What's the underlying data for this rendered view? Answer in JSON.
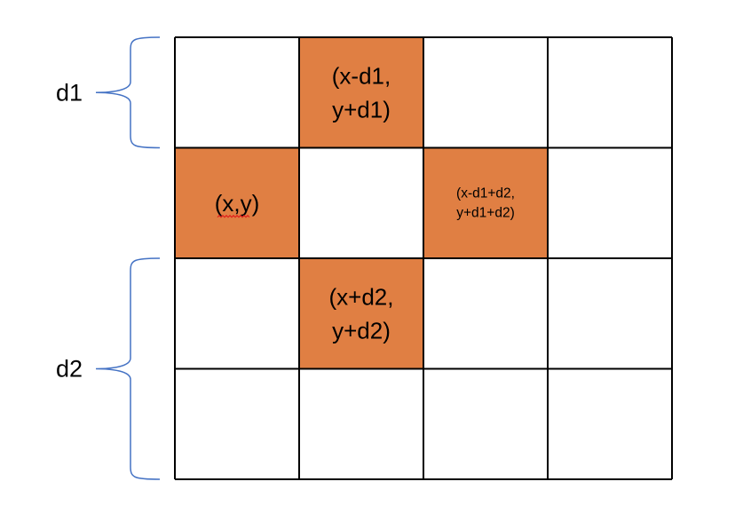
{
  "grid": {
    "rows": 4,
    "cols": 4,
    "line_color": "#000000",
    "fill_color": "#ffffff",
    "highlight_color": "#e07f43",
    "highlighted_cells": [
      {
        "row": 0,
        "col": 1,
        "lines": [
          "(x-d1,",
          "y+d1)"
        ],
        "size": "large"
      },
      {
        "row": 1,
        "col": 0,
        "lines": [
          "(x,y)"
        ],
        "size": "large",
        "spellcheck_underline": true
      },
      {
        "row": 1,
        "col": 2,
        "lines": [
          "(x-d1+d2,",
          "y+d1+d2)"
        ],
        "size": "small"
      },
      {
        "row": 2,
        "col": 1,
        "lines": [
          "(x+d2,",
          "y+d2)"
        ],
        "size": "large"
      }
    ]
  },
  "braces": {
    "color": "#4472c4",
    "items": [
      {
        "label": "d1",
        "row_start": 0,
        "row_end": 1
      },
      {
        "label": "d2",
        "row_start": 2,
        "row_end": 4
      }
    ]
  }
}
